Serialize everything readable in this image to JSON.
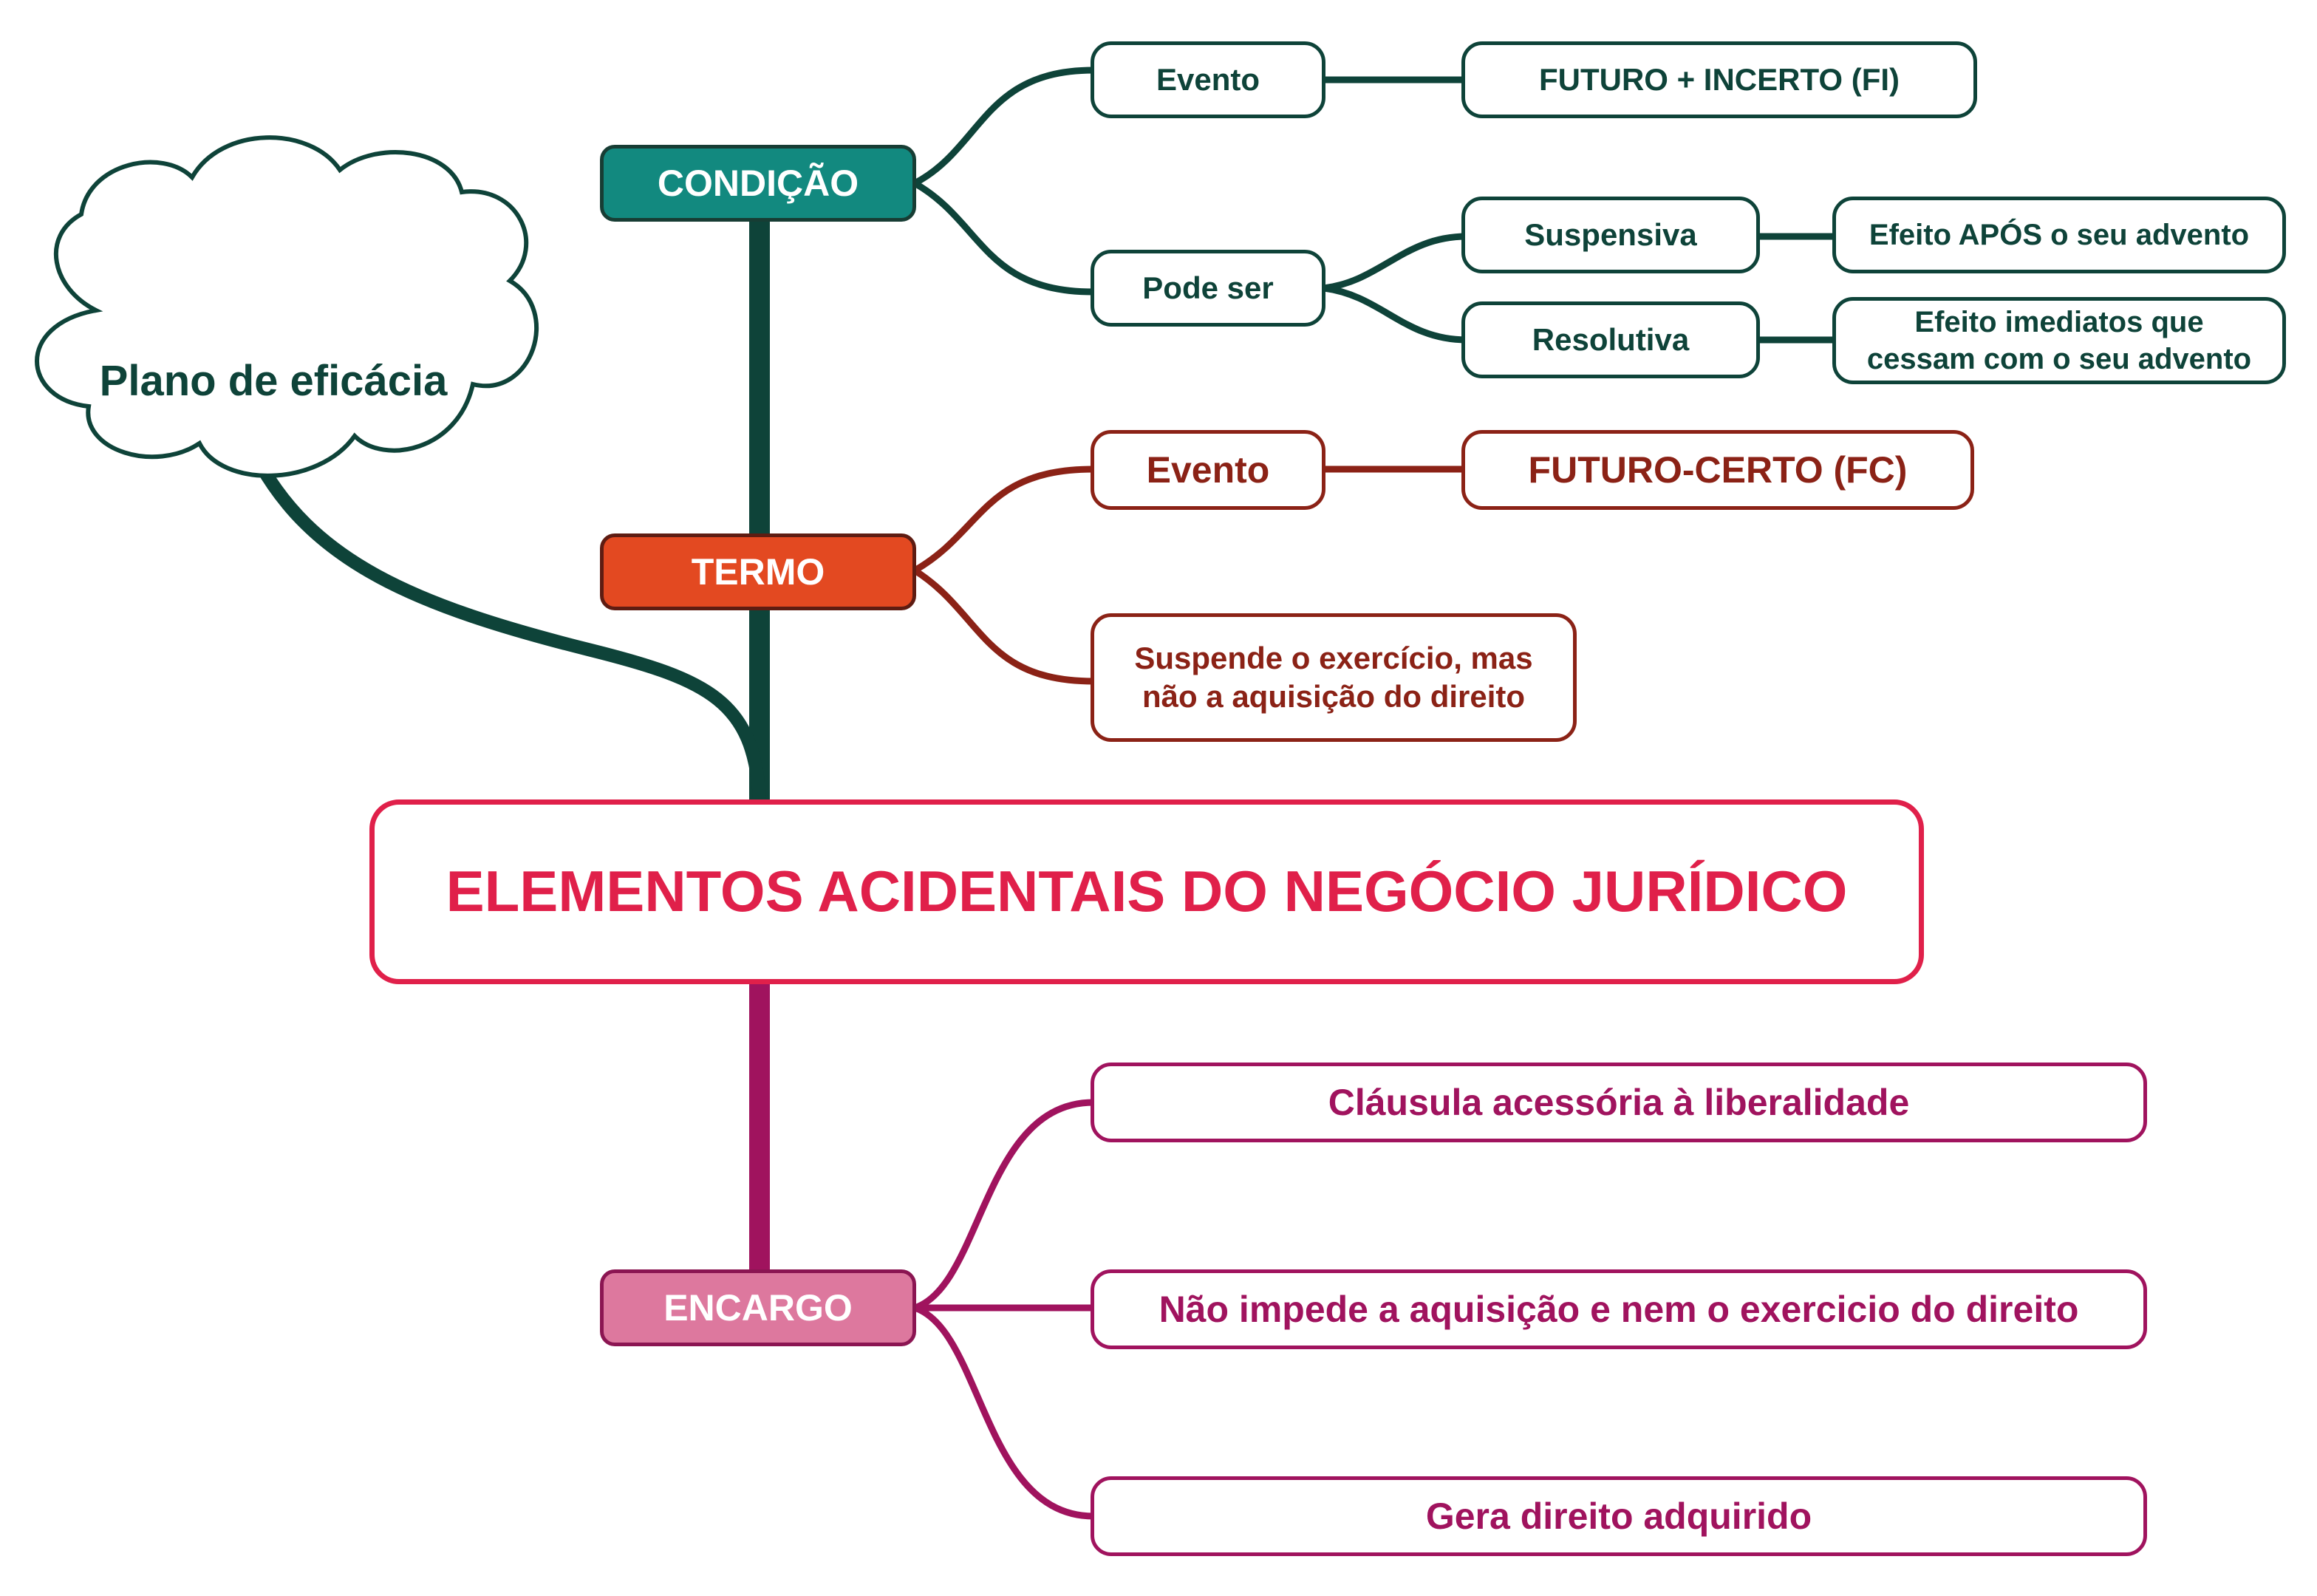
{
  "colors": {
    "condicao_dark": "#0e4339",
    "condicao_fill": "#12897f",
    "termo_dark": "#8b2216",
    "termo_fill": "#e34921",
    "encargo_dark": "#a0135e",
    "encargo_fill": "#dd789e",
    "root": "#e0204a"
  },
  "cloud": {
    "label": "Plano de eficácia"
  },
  "root": {
    "label": "ELEMENTOS ACIDENTAIS DO NEGÓCIO JURÍDICO"
  },
  "condicao": {
    "label": "CONDIÇÃO",
    "evento": "Evento",
    "evento_value": "FUTURO + INCERTO (FI)",
    "pode_ser": "Pode ser",
    "suspensiva": "Suspensiva",
    "suspensiva_effect": "Efeito APÓS o seu advento",
    "resolutiva": "Resolutiva",
    "resolutiva_effect_line1": "Efeito imediatos que",
    "resolutiva_effect_line2": "cessam com o seu advento"
  },
  "termo": {
    "label": "TERMO",
    "evento": "Evento",
    "evento_value": "FUTURO-CERTO (FC)",
    "note_line1": "Suspende o exercício, mas",
    "note_line2": "não a aquisição do direito"
  },
  "encargo": {
    "label": "ENCARGO",
    "items": [
      "Cláusula acessória à liberalidade",
      "Não impede a aquisição e nem o exercicio do direito",
      "Gera direito adquirido"
    ]
  }
}
